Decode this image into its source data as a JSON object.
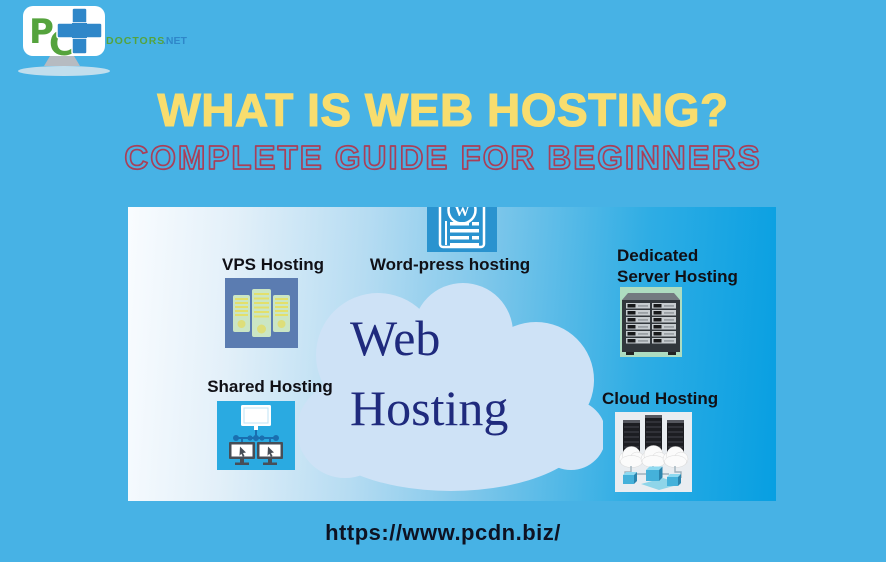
{
  "page": {
    "background": "#47b2e5"
  },
  "logo": {
    "p": "P",
    "c": "C",
    "doctors": "DOCTORS",
    "net": ".NET",
    "green": "#55a33d",
    "blue": "#2f87c9"
  },
  "header": {
    "title": "WHAT IS WEB HOSTING?",
    "subtitle": "COMPLETE GUIDE FOR BEGINNERS",
    "title_color": "#f8dd6e",
    "subtitle_outline_color": "#a93f58"
  },
  "diagram": {
    "panel_gradient_left": "#f9fcff",
    "panel_gradient_right": "#079fe2",
    "cloud": {
      "line1": "Web",
      "line2": "Hosting",
      "fill": "#cee2f6",
      "text_color": "#1f2a7d"
    },
    "items": {
      "vps": {
        "label": "VPS Hosting"
      },
      "wordpress": {
        "label": "Word-press hosting",
        "w_mark": "W"
      },
      "dedicated": {
        "label_line1": "Dedicated",
        "label_line2": "Server Hosting"
      },
      "shared": {
        "label": "Shared Hosting"
      },
      "cloud_hosting": {
        "label": "Cloud Hosting"
      }
    }
  },
  "footer": {
    "url": "https://www.pcdn.biz/"
  }
}
